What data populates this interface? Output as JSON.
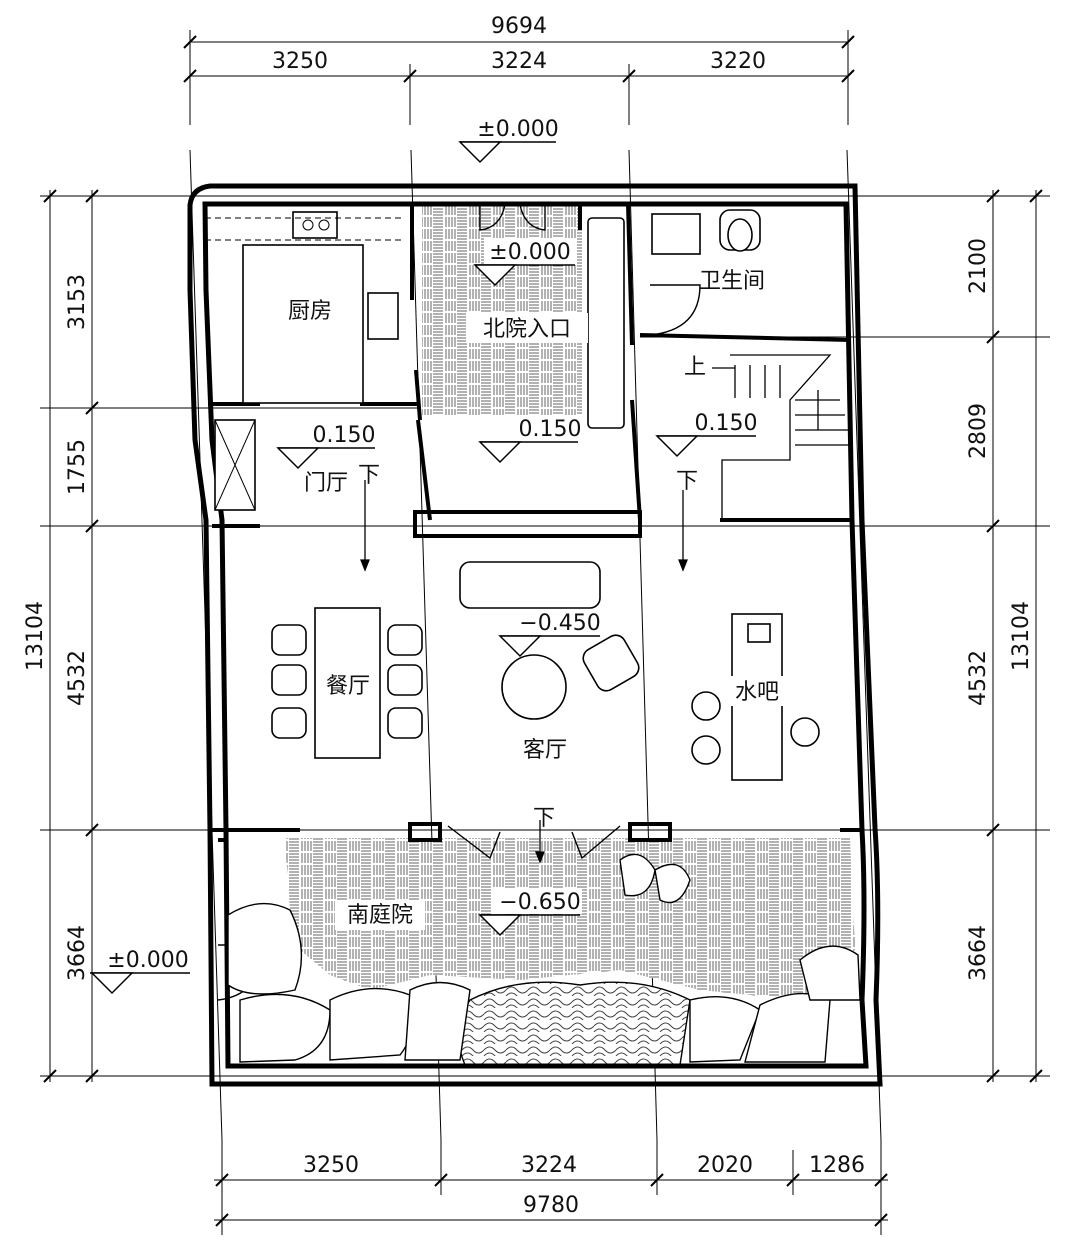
{
  "dimensions": {
    "top_total": "9694",
    "top_segments": [
      "3250",
      "3224",
      "3220"
    ],
    "bottom_total": "9780",
    "bottom_segments": [
      "3250",
      "3224",
      "2020",
      "1286"
    ],
    "left_total": "13104",
    "left_segments": [
      "3153",
      "1755",
      "4532",
      "3664"
    ],
    "right_total": "13104",
    "right_segments": [
      "2100",
      "2809",
      "4532",
      "3664"
    ]
  },
  "levels": {
    "top_outside": "±0.000",
    "north_entrance": "±0.000",
    "foyer": "0.150",
    "corridor": "0.150",
    "stair_landing": "0.150",
    "living": "−0.450",
    "south_court": "−0.650",
    "west_outside": "±0.000"
  },
  "rooms": {
    "kitchen": "厨房",
    "north_entrance": "北院入口",
    "bathroom": "卫生间",
    "foyer": "门厅",
    "dining": "餐厅",
    "living": "客厅",
    "water_bar": "水吧",
    "south_court": "南庭院"
  },
  "stair_marks": {
    "up": "上",
    "down_foyer": "下",
    "down_right": "下",
    "down_court": "下"
  }
}
